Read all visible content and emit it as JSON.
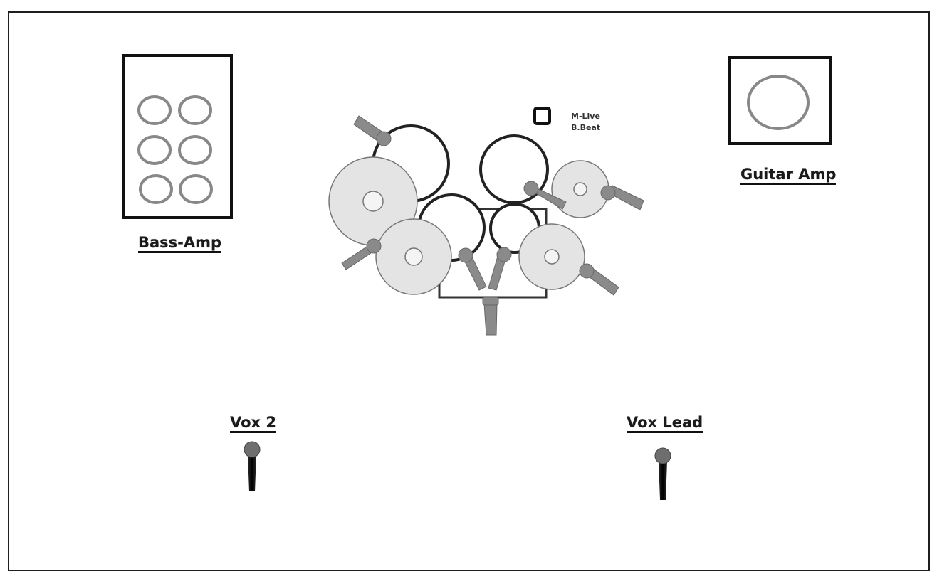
{
  "stage_plot": {
    "bass_amp": {
      "label": "Bass-Amp"
    },
    "guitar_amp": {
      "label": "Guitar Amp"
    },
    "vox_2": {
      "label": "Vox 2"
    },
    "vox_lead": {
      "label": "Vox Lead"
    },
    "beat_box": {
      "line1": "M-Live",
      "line2": "B.Beat"
    }
  },
  "colors": {
    "outline": "#1f1f1f",
    "cymbal_fill": "#e4e4e4",
    "mic_fill": "#8a8a8a",
    "page": "#ffffff"
  }
}
